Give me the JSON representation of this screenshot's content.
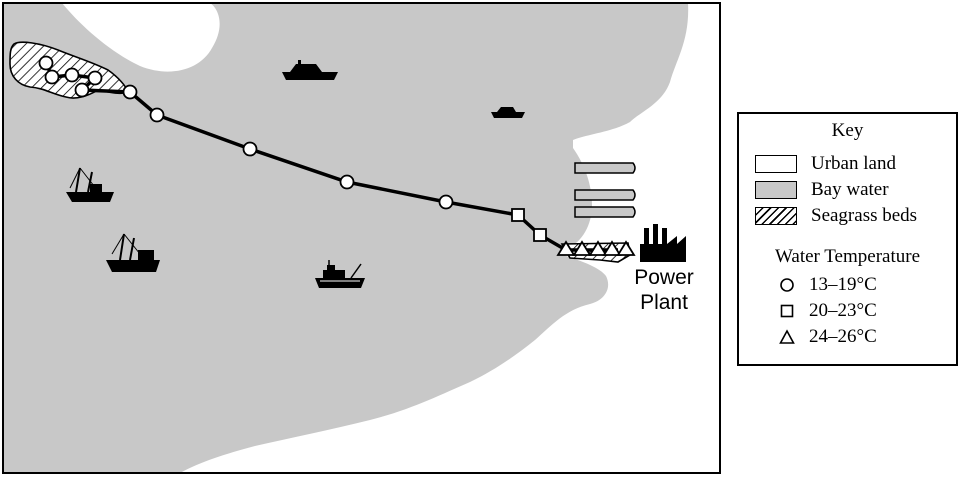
{
  "map": {
    "colors": {
      "bay_water": "#c8c8c8",
      "urban_land": "#ffffff",
      "outline": "#000000"
    },
    "temperature_path": {
      "samples": [
        {
          "marker": "circle",
          "range": "13-19"
        },
        {
          "marker": "circle",
          "range": "13-19"
        },
        {
          "marker": "circle",
          "range": "13-19"
        },
        {
          "marker": "circle",
          "range": "13-19"
        },
        {
          "marker": "circle",
          "range": "13-19"
        },
        {
          "marker": "circle",
          "range": "13-19"
        },
        {
          "marker": "circle",
          "range": "13-19"
        },
        {
          "marker": "circle",
          "range": "13-19"
        },
        {
          "marker": "circle",
          "range": "13-19"
        },
        {
          "marker": "circle",
          "range": "13-19"
        },
        {
          "marker": "square",
          "range": "20-23"
        },
        {
          "marker": "square",
          "range": "20-23"
        },
        {
          "marker": "triangle",
          "range": "24-26"
        },
        {
          "marker": "triangle",
          "range": "24-26"
        },
        {
          "marker": "triangle",
          "range": "24-26"
        },
        {
          "marker": "triangle",
          "range": "24-26"
        },
        {
          "marker": "triangle",
          "range": "24-26"
        }
      ]
    },
    "power_plant": {
      "label_line1": "Power",
      "label_line2": "Plant",
      "icon": "factory-icon"
    },
    "boats": [
      "motorboat-icon",
      "motorboat-icon",
      "fishing-boat-icon",
      "fishing-boat-icon",
      "tugboat-icon"
    ]
  },
  "key": {
    "title": "Key",
    "land_types": [
      {
        "label": "Urban land",
        "swatch": "urban"
      },
      {
        "label": "Bay water",
        "swatch": "bay"
      },
      {
        "label": "Seagrass beds",
        "swatch": "seagrass"
      }
    ],
    "temperature_title": "Water Temperature",
    "temperatures": [
      {
        "label": "13–19°C",
        "marker": "circle"
      },
      {
        "label": "20–23°C",
        "marker": "square"
      },
      {
        "label": "24–26°C",
        "marker": "triangle"
      }
    ]
  }
}
